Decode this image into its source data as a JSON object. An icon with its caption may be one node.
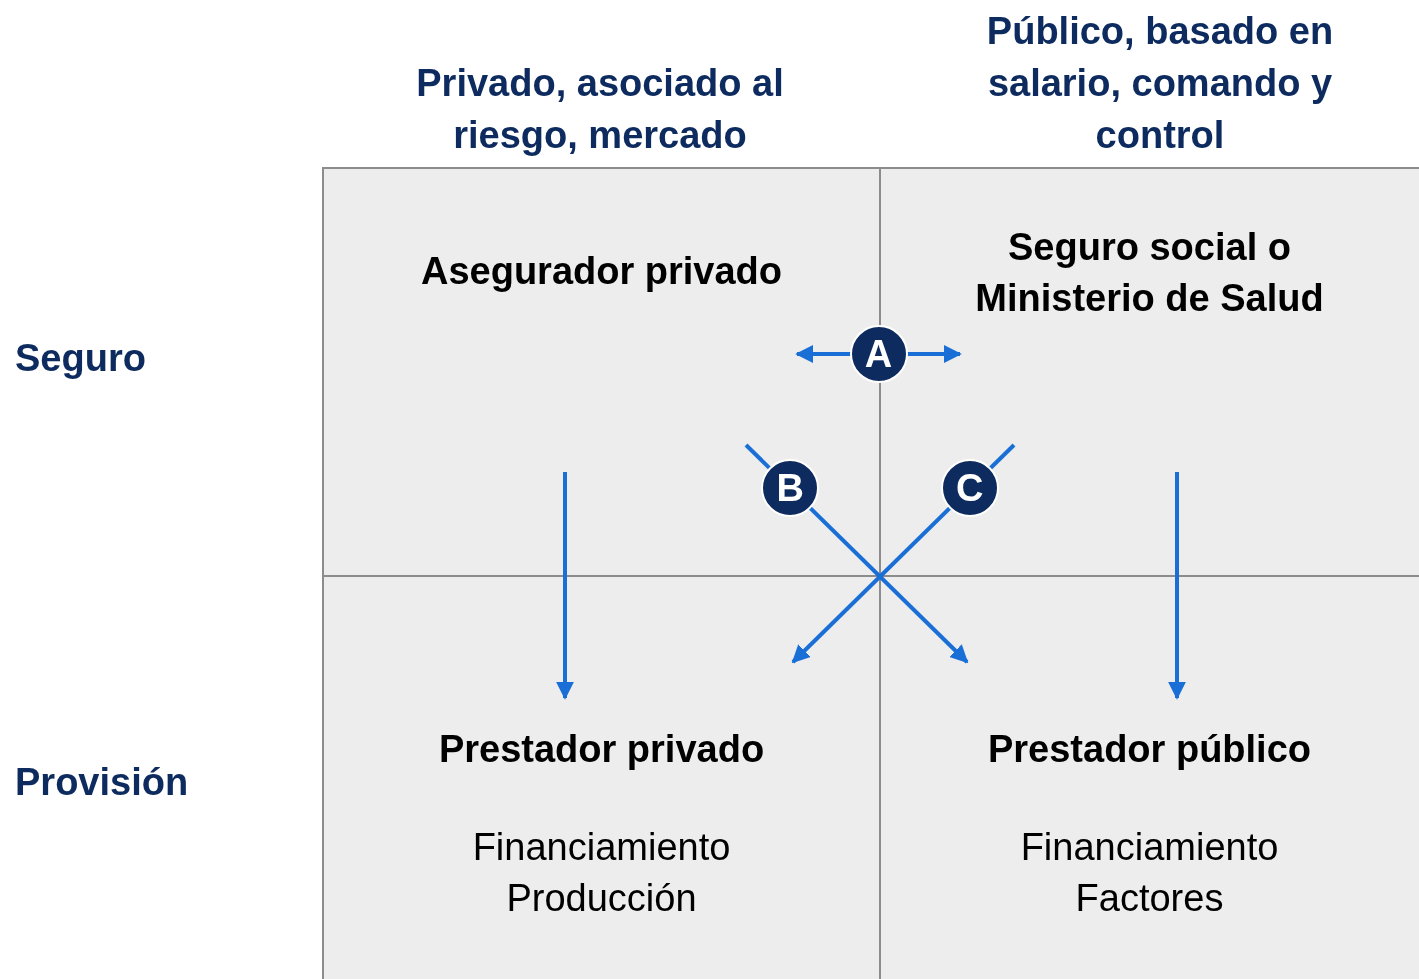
{
  "diagram": {
    "nodes": [
      {
        "text": [
          "Asegurador privado"
        ]
      },
      {
        "text": [
          "Seguro social o Ministerio de Salud"
        ]
      },
      {
        "text": [
          "Prestador privado",
          "Financiamiento Producción"
        ]
      },
      {
        "text": [
          "Prestador público",
          "Financiamiento Factores"
        ]
      }
    ],
    "edges": [
      {
        "from": 0,
        "to": 1,
        "arrow": "both",
        "label": "A"
      },
      {
        "from": 0,
        "to": 3,
        "arrow": "to",
        "label": "B"
      },
      {
        "from": 1,
        "to": 2,
        "arrow": "to",
        "label": "C"
      },
      {
        "from": 0,
        "to": 2,
        "arrow": "to"
      },
      {
        "from": 1,
        "to": 3,
        "arrow": "to"
      }
    ],
    "labels": [
      "Privado, asociado al riesgo, mercado",
      "Público, basado en salario, comando y control",
      "Seguro",
      "Provisión"
    ]
  }
}
